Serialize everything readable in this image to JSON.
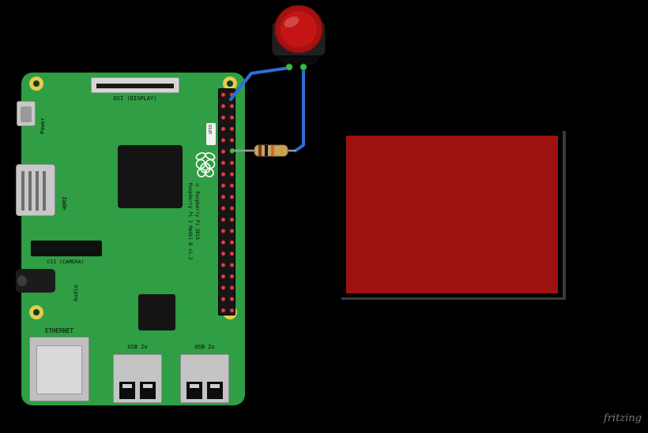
{
  "canvas": {
    "background": "#000000"
  },
  "board": {
    "part": "Raspberry Pi 3",
    "color": "#2f9e44",
    "labels": {
      "power": "Power",
      "hdmi": "HDMI",
      "dsi_display": "DSI (DISPLAY)",
      "csi_camera": "CSI (CAMERA)",
      "audio": "Audio",
      "ethernet": "ETHERNET",
      "usb_left": "USB 2x",
      "usb_right": "USB 2x",
      "gpio": "GPIO",
      "model_line1": "Raspberry Pi 3 Model B v1.2",
      "model_line2": "© Raspberry Pi 2015"
    },
    "gpio_header": {
      "columns": 2,
      "rows": 20,
      "pin_color": "#e04545"
    }
  },
  "components": {
    "pushbutton": {
      "cap_color": "#c41414",
      "base_color": "#1f1f1f"
    },
    "resistor": {
      "body_color": "#c8a36a",
      "band_colors": [
        "#7a3c10",
        "#141414",
        "#d2691e",
        "#c9a227"
      ]
    },
    "red_panel": {
      "color": "#9e1111"
    },
    "wires": {
      "color": "#2e6fd6"
    }
  },
  "watermark": {
    "text": "fritzing",
    "color": "#7a7a7a"
  }
}
